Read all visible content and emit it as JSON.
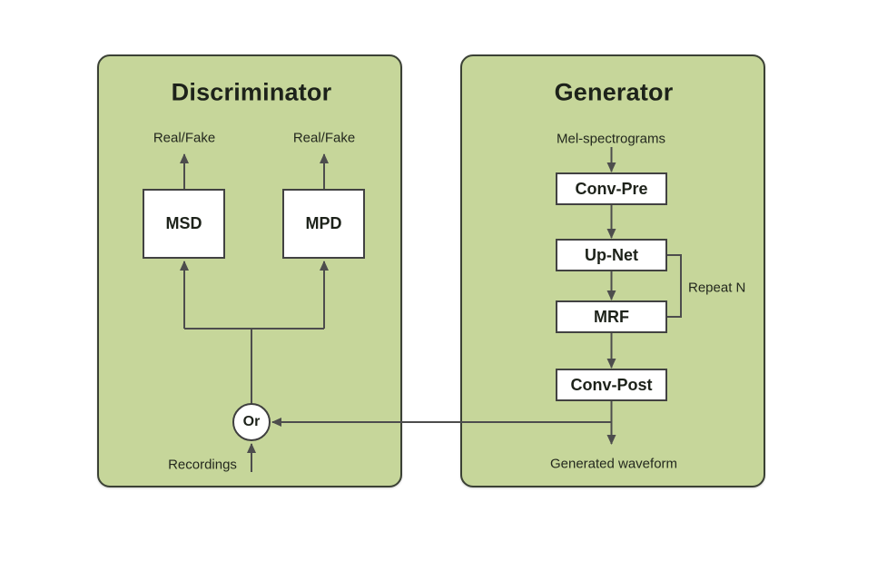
{
  "diagram": {
    "discriminator": {
      "title": "Discriminator",
      "output_labels": [
        "Real/Fake",
        "Real/Fake"
      ],
      "blocks": [
        "MSD",
        "MPD"
      ],
      "merge_node_label": "Or",
      "input_label": "Recordings"
    },
    "generator": {
      "title": "Generator",
      "input_label": "Mel-spectrograms",
      "blocks": [
        "Conv-Pre",
        "Up-Net",
        "MRF",
        "Conv-Post"
      ],
      "repeat_label": "Repeat N",
      "output_label": "Generated waveform"
    },
    "colors": {
      "background": "#ffffff",
      "panel_fill": "#c6d69a",
      "panel_border": "#3b4135",
      "block_fill": "#ffffff",
      "block_border": "#424242",
      "connector": "#4d4d4d",
      "text": "#21261c"
    }
  }
}
